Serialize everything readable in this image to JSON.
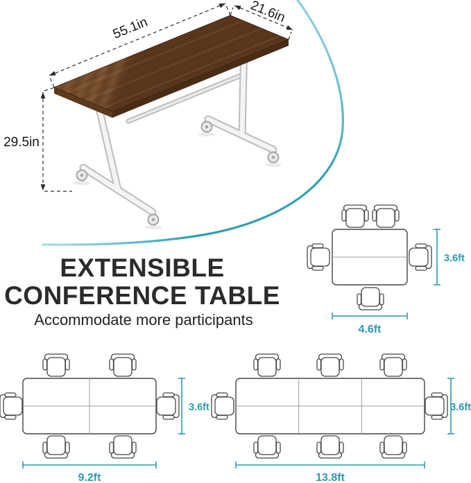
{
  "colors": {
    "accent_teal": "#2B9AAF",
    "wood_brown": "#6F4827",
    "text_dark": "#2B2B2B"
  },
  "illustration": {
    "subject": "flip-top-conference-table-with-casters",
    "dimensions": {
      "length": "55.1in",
      "depth": "21.6in",
      "height": "29.5in"
    }
  },
  "heading": {
    "title_line1": "EXTENSIBLE",
    "title_line2": "CONFERENCE TABLE",
    "subtitle": "Accommodate more participants"
  },
  "layouts": {
    "single": {
      "width": "4.6ft",
      "depth": "3.6ft",
      "chairs": 5
    },
    "double": {
      "width": "9.2ft",
      "depth": "3.6ft",
      "chairs": 6
    },
    "triple": {
      "width": "13.8ft",
      "depth": "3.6ft",
      "chairs": 8
    }
  }
}
